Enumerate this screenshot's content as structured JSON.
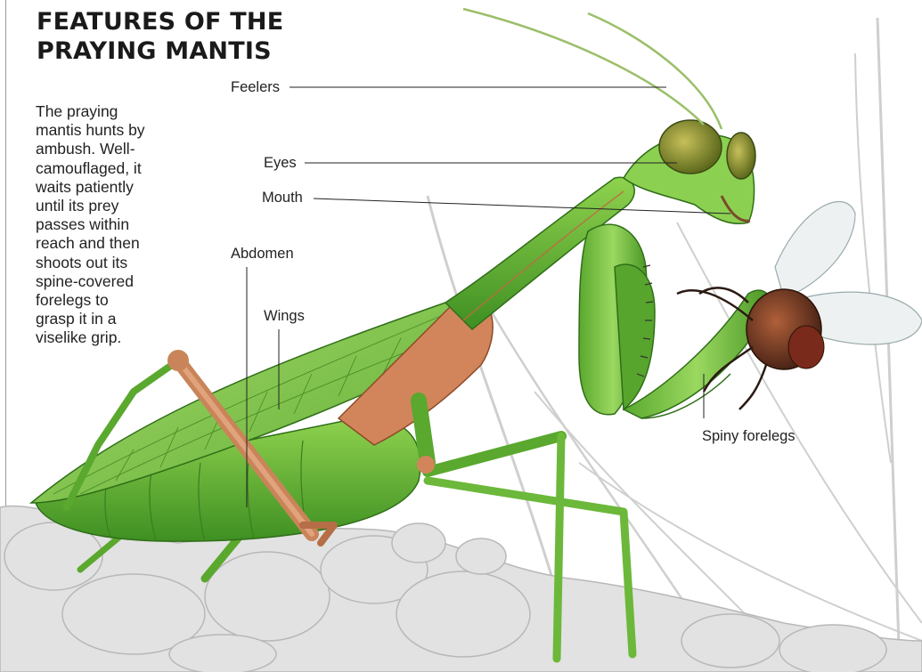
{
  "title": {
    "line1": "FEATURES OF THE",
    "line2": "PRAYING MANTIS"
  },
  "intro_lines": [
    "The praying",
    "mantis hunts by",
    "ambush. Well-",
    "camouflaged, it",
    "waits patiently",
    "until its prey",
    "passes within",
    "reach and then",
    "shoots out its",
    "spine-covered",
    "forelegs to",
    "grasp it in a",
    "viselike grip."
  ],
  "labels": {
    "feelers": "Feelers",
    "eyes": "Eyes",
    "mouth": "Mouth",
    "abdomen": "Abdomen",
    "wings": "Wings",
    "spiny_forelegs": "Spiny forelegs"
  },
  "colors": {
    "mantis_green": "#6fbf3a",
    "mantis_dark": "#3f8a22",
    "leg_brown": "#c9845a",
    "fly_body": "#5a3020",
    "rocks": "#d8d8d8"
  }
}
